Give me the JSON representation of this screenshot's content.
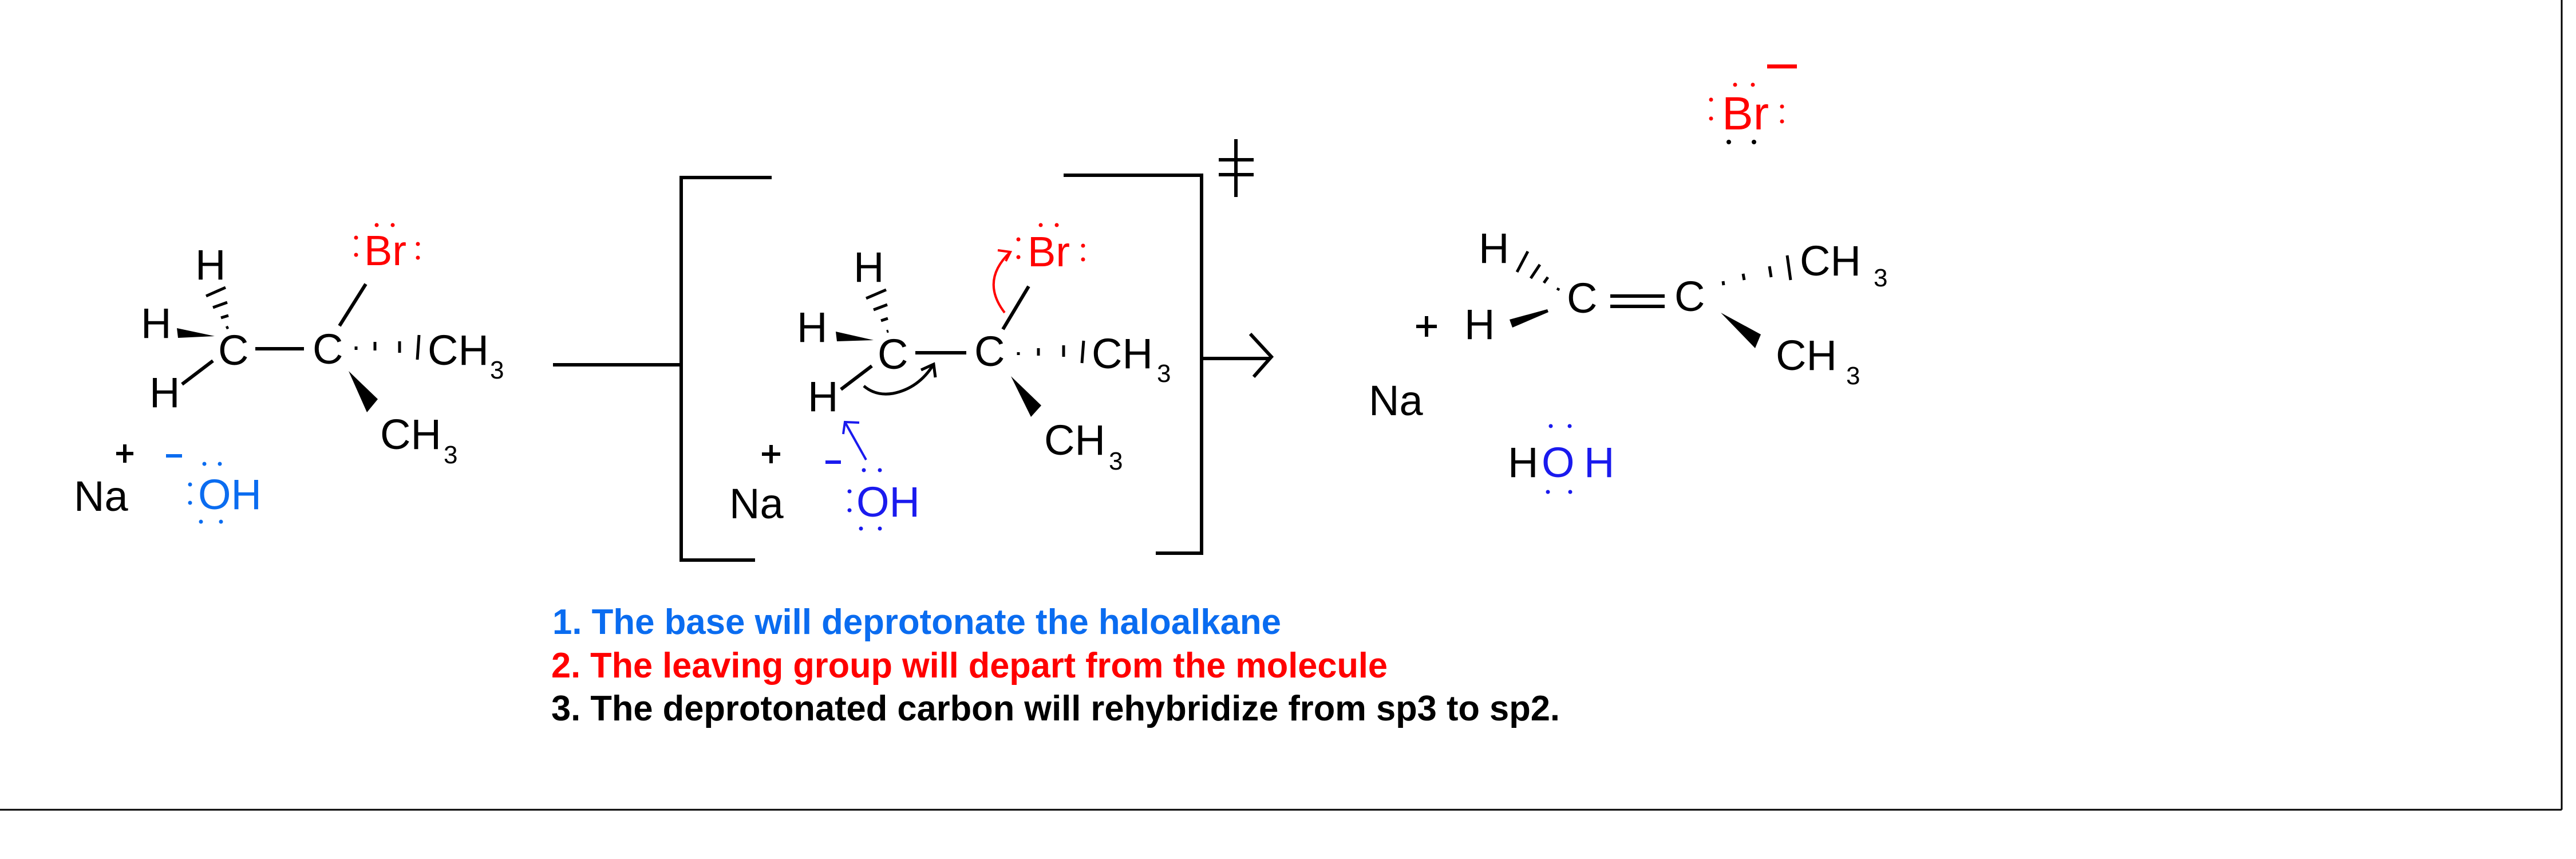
{
  "colors": {
    "base_blue": "#0a6cf0",
    "oh_blue": "#1a1aee",
    "red": "#ff0000",
    "black": "#000000"
  },
  "reactant": {
    "h_top": "H",
    "h_left": "H",
    "h_bottom": "H",
    "c1": "C",
    "c2": "C",
    "br": "Br",
    "ch3_right": "CH",
    "ch3_right_sub": "3",
    "ch3_bottom": "CH",
    "ch3_bottom_sub": "3",
    "na": "Na",
    "oh": "OH"
  },
  "transition_state": {
    "h_top": "H",
    "h_left": "H",
    "h_bottom": "H",
    "c1": "C",
    "c2": "C",
    "br": "Br",
    "ch3_right": "CH",
    "ch3_right_sub": "3",
    "ch3_bottom": "CH",
    "ch3_bottom_sub": "3",
    "na": "Na",
    "oh": "OH",
    "symbol": "double-dagger"
  },
  "product": {
    "br": "Br",
    "h_top": "H",
    "h_left": "H",
    "c1": "C",
    "c2": "C",
    "ch3_right": "CH",
    "ch3_right_sub": "3",
    "ch3_bottom": "CH",
    "ch3_bottom_sub": "3",
    "na": "Na",
    "water_h1": "H",
    "water_o": "O",
    "water_h2": "H"
  },
  "steps": [
    {
      "text": "1. The base will deprotonate the haloalkane",
      "color": "#0a6cf0"
    },
    {
      "text": "2. The leaving group will depart from the molecule",
      "color": "#ff0000"
    },
    {
      "text": "3. The deprotonated carbon will rehybridize from sp3 to sp2.",
      "color": "#000000"
    }
  ]
}
